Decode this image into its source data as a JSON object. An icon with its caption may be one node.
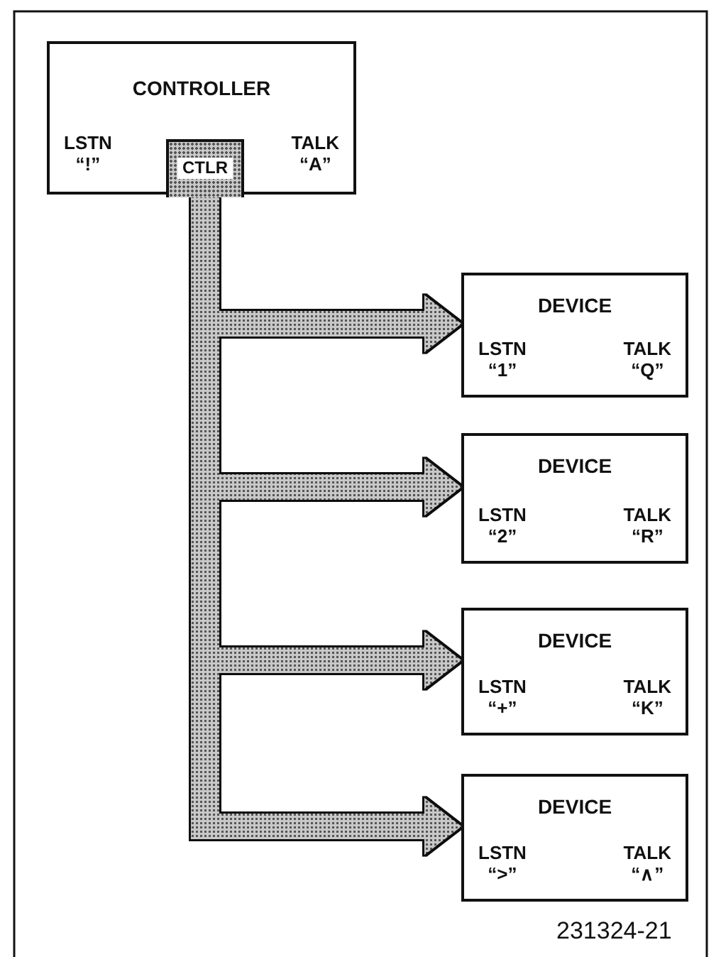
{
  "diagram": {
    "nodes": [
      {
        "text": [
          "CONTROLLER",
          "LSTN “!”",
          "TALK “A”"
        ]
      },
      {
        "text": [
          "CTLR"
        ],
        "in": 0
      },
      {
        "text": [
          "DEVICE",
          "LSTN “1”",
          "TALK “Q”"
        ]
      },
      {
        "text": [
          "DEVICE",
          "LSTN “2”",
          "TALK “R”"
        ]
      },
      {
        "text": [
          "DEVICE",
          "LSTN “+”",
          "TALK “K”"
        ]
      },
      {
        "text": [
          "DEVICE",
          "LSTN “>”",
          "TALK “∧”"
        ]
      }
    ],
    "edges": [
      {
        "from": 1,
        "to": 2,
        "arrow": "to",
        "style": "thick"
      },
      {
        "from": 1,
        "to": 3,
        "arrow": "to",
        "style": "thick"
      },
      {
        "from": 1,
        "to": 4,
        "arrow": "to",
        "style": "thick"
      },
      {
        "from": 1,
        "to": 5,
        "arrow": "to",
        "style": "thick"
      }
    ],
    "labels": [
      "231324-21"
    ]
  }
}
